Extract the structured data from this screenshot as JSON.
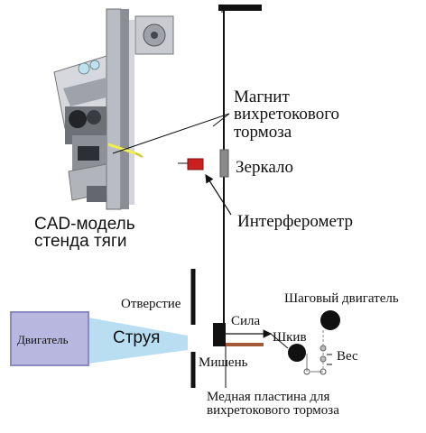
{
  "labels": {
    "magnet": "Магнит\nвихретокового\nтормоза",
    "mirror": "Зеркало",
    "interferometer": "Интерферометр",
    "cad_model": "CAD-модель\nстенда тяги",
    "hole": "Отверстие",
    "engine": "Двигатель",
    "jet": "Струя",
    "force": "Сила",
    "target": "Мишень",
    "pulley": "Шкив",
    "stepper_motor": "Шаговый двигатель",
    "weight": "Вес",
    "copper_plate": "Медная пластина для\nвихретокового тормоза"
  },
  "colors": {
    "engine_fill": "#b7b7e0",
    "engine_border": "#8a8ac2",
    "jet": "#b9ddf1",
    "copper": "#a45a35",
    "interferometer_red": "#cc1f1f",
    "laser_yellow": "#f2ef4a",
    "line": "#111111",
    "mirror_gray": "#8a8a8a"
  }
}
